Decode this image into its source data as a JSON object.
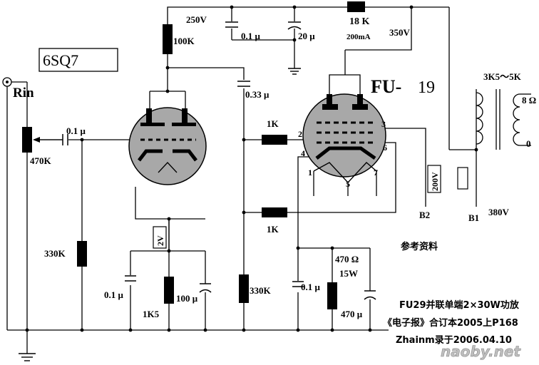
{
  "tube1": {
    "name": "6SQ7"
  },
  "tube2": {
    "name": "FU-",
    "suffix": "19"
  },
  "input": {
    "label": "Rin"
  },
  "labels": {
    "hv_250": "250V",
    "hv_350": "350V",
    "hv_380": "380V",
    "r_plate": "100K",
    "r_drop": "18  K",
    "r_drop_current": "200mA",
    "c_filter1": "0.1 μ",
    "c_filter2": "20 μ",
    "c_coupling_in": "0.1 μ",
    "pot": "470K",
    "r_grid1": "330K",
    "c_cath1": "0.1 μ",
    "r_cath1": "1K5",
    "c_cath1_bypass": "100 μ",
    "cathode_v": "2V",
    "c_coupling": "0.33 μ",
    "r_grid_stop": "1K",
    "r_screen": "1K",
    "r_grid2": "330K",
    "c_cath2": "0.1 μ",
    "r_cath2": "470 Ω",
    "r_cath2_power": "15W",
    "c_cath2_bypass": "470 μ",
    "heater_v": "200V",
    "b1": "B1",
    "b2": "B2",
    "transformer_primary": "3K5～5K",
    "transformer_sec_8": "8 Ω",
    "transformer_sec_0": "0",
    "pin1": "1",
    "pin2": "2",
    "pin3": "3",
    "pin4": "4",
    "pin5": "5",
    "pin6": "6",
    "pin7": "7"
  },
  "notes": {
    "reference": "参考资料",
    "line1": "FU29并联单端2×30W功放",
    "line2": "《电子报》合订本2005上P168",
    "line3": "Zhainm录于2006.04.10"
  },
  "watermark": "naoby.net"
}
